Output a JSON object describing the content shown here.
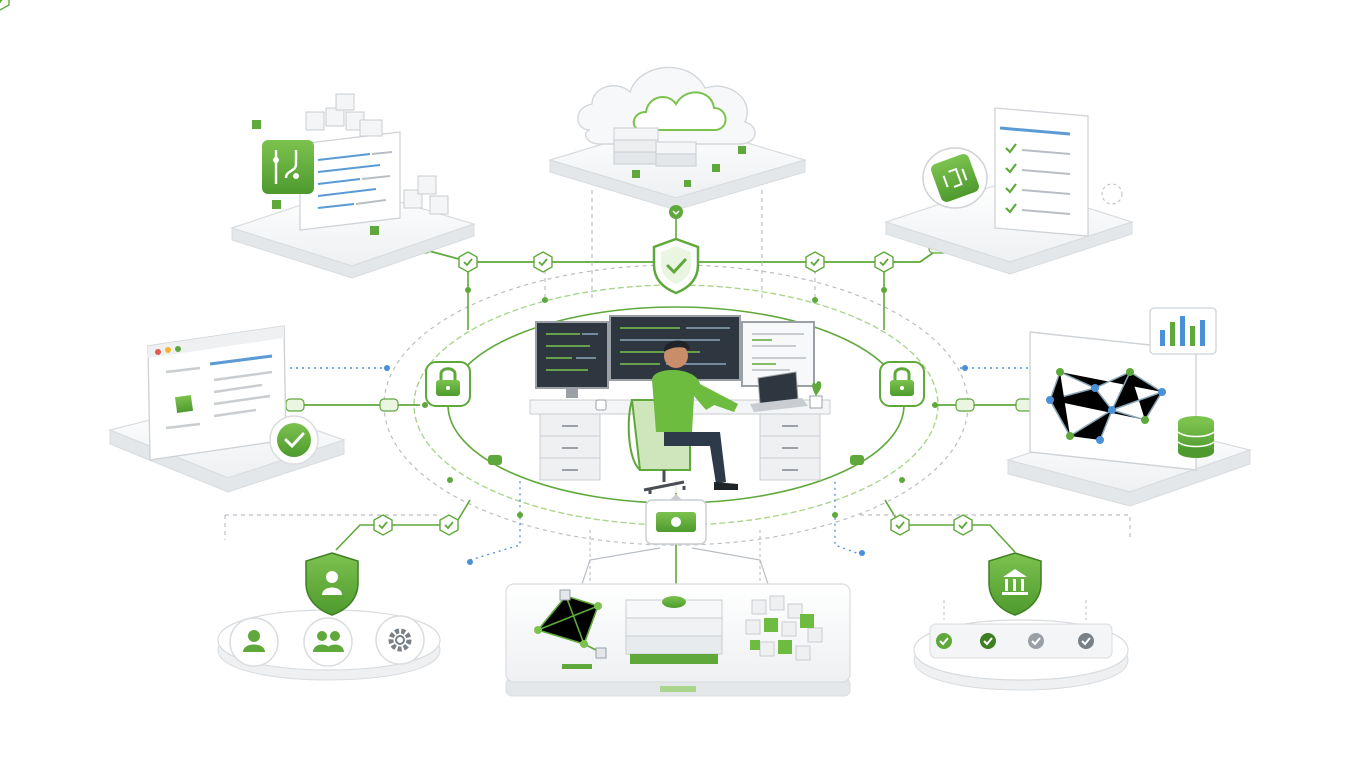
{
  "colors": {
    "accent": "#5fa83b",
    "accent_dark": "#3f7f24",
    "accent_light": "#a9d68c",
    "platform": "#f4f5f6",
    "platform_edge": "#d9dcdf",
    "line_gray": "#b9bec4",
    "dot_blue": "#4a90d9",
    "screen_dark": "#2e3640"
  },
  "nodes": [
    {
      "id": "center",
      "icon": "developer-workstation-icon"
    },
    {
      "id": "top",
      "icon": "cloud-server-icon"
    },
    {
      "id": "top-left",
      "icon": "git-branch-icon"
    },
    {
      "id": "top-right",
      "icon": "ci-checklist-icon"
    },
    {
      "id": "mid-left",
      "icon": "browser-window-icon"
    },
    {
      "id": "mid-right",
      "icon": "network-graph-icon"
    },
    {
      "id": "bottom-left",
      "icon": "user-shield-icon"
    },
    {
      "id": "bottom-center",
      "icon": "infrastructure-stack-icon"
    },
    {
      "id": "bottom-right",
      "icon": "bank-shield-icon"
    }
  ]
}
